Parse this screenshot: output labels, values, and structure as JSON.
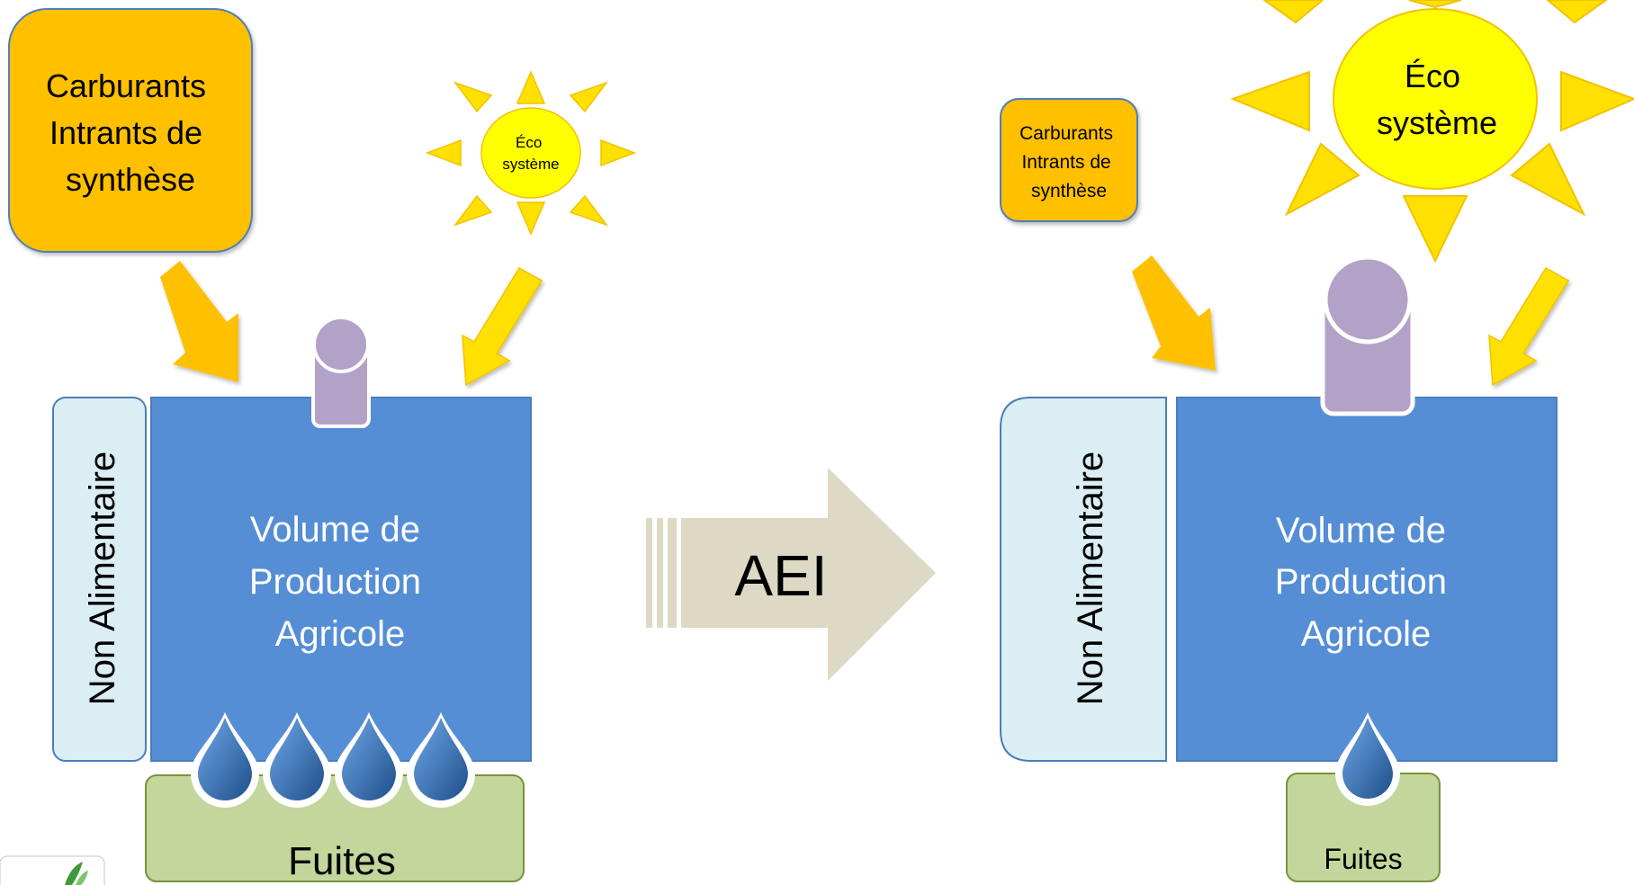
{
  "left_scene": {
    "inputs_box": {
      "line1": "Carburants",
      "line2": "Intrants de",
      "line3": "synthèse"
    },
    "sun": {
      "line1": "Éco",
      "line2": "système"
    },
    "non_food_label": "Non Alimentaire",
    "production_box": {
      "line1": "Volume de",
      "line2": "Production",
      "line3": "Agricole"
    },
    "leaks_label": "Fuites",
    "drop_count": 4
  },
  "transition_arrow": {
    "label": "AEI"
  },
  "right_scene": {
    "inputs_box": {
      "line1": "Carburants",
      "line2": "Intrants de",
      "line3": "synthèse"
    },
    "sun": {
      "line1": "Éco",
      "line2": "système"
    },
    "non_food_label": "Non Alimentaire",
    "production_box": {
      "line1": "Volume de",
      "line2": "Production",
      "line3": "Agricole"
    },
    "leaks_label": "Fuites",
    "drop_count": 1
  },
  "colors": {
    "inputs_fill": "#FFC000",
    "inputs_stroke": "#4F7EBB",
    "production_fill": "#558ED5",
    "production_stroke": "#4A7EBB",
    "non_food_fill": "#DBEEF4",
    "leaks_fill": "#C3D69B",
    "leaks_stroke": "#77933C",
    "sun_fill": "#FFFF00",
    "sun_ray_fill": "#FFE000",
    "person_fill": "#B3A2C7",
    "arrow_fill": "#FFC000",
    "aei_arrow_fill": "#DDD9C4",
    "drop_fill": "#2E6DB4"
  }
}
